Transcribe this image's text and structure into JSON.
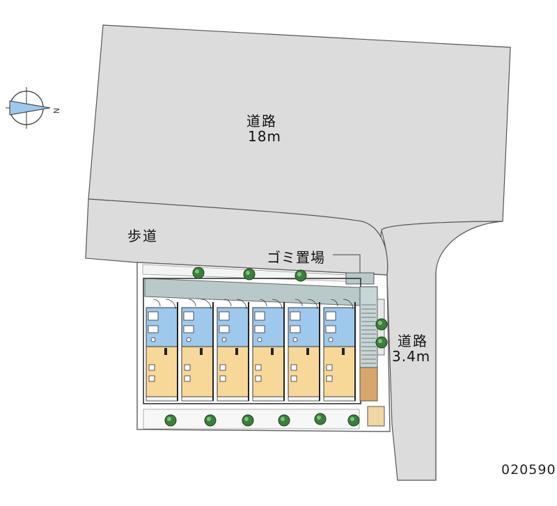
{
  "labels": {
    "road_main_name": "道路",
    "road_main_width": "18m",
    "sidewalk": "歩道",
    "garbage": "ゴミ置場",
    "road_side_name": "道路",
    "road_side_width": "3.4m",
    "code": "020590"
  },
  "compass": {
    "direction_label": "N",
    "icon": "north-compass-icon"
  },
  "units": 6,
  "colors": {
    "road": "#dcdcdc",
    "road_stroke": "#555555",
    "site": "#ffffff",
    "corridor": "#b9c9c9",
    "wet_area": "#9ec8ec",
    "room": "#f7d898",
    "tree": "#3a7f3a"
  }
}
